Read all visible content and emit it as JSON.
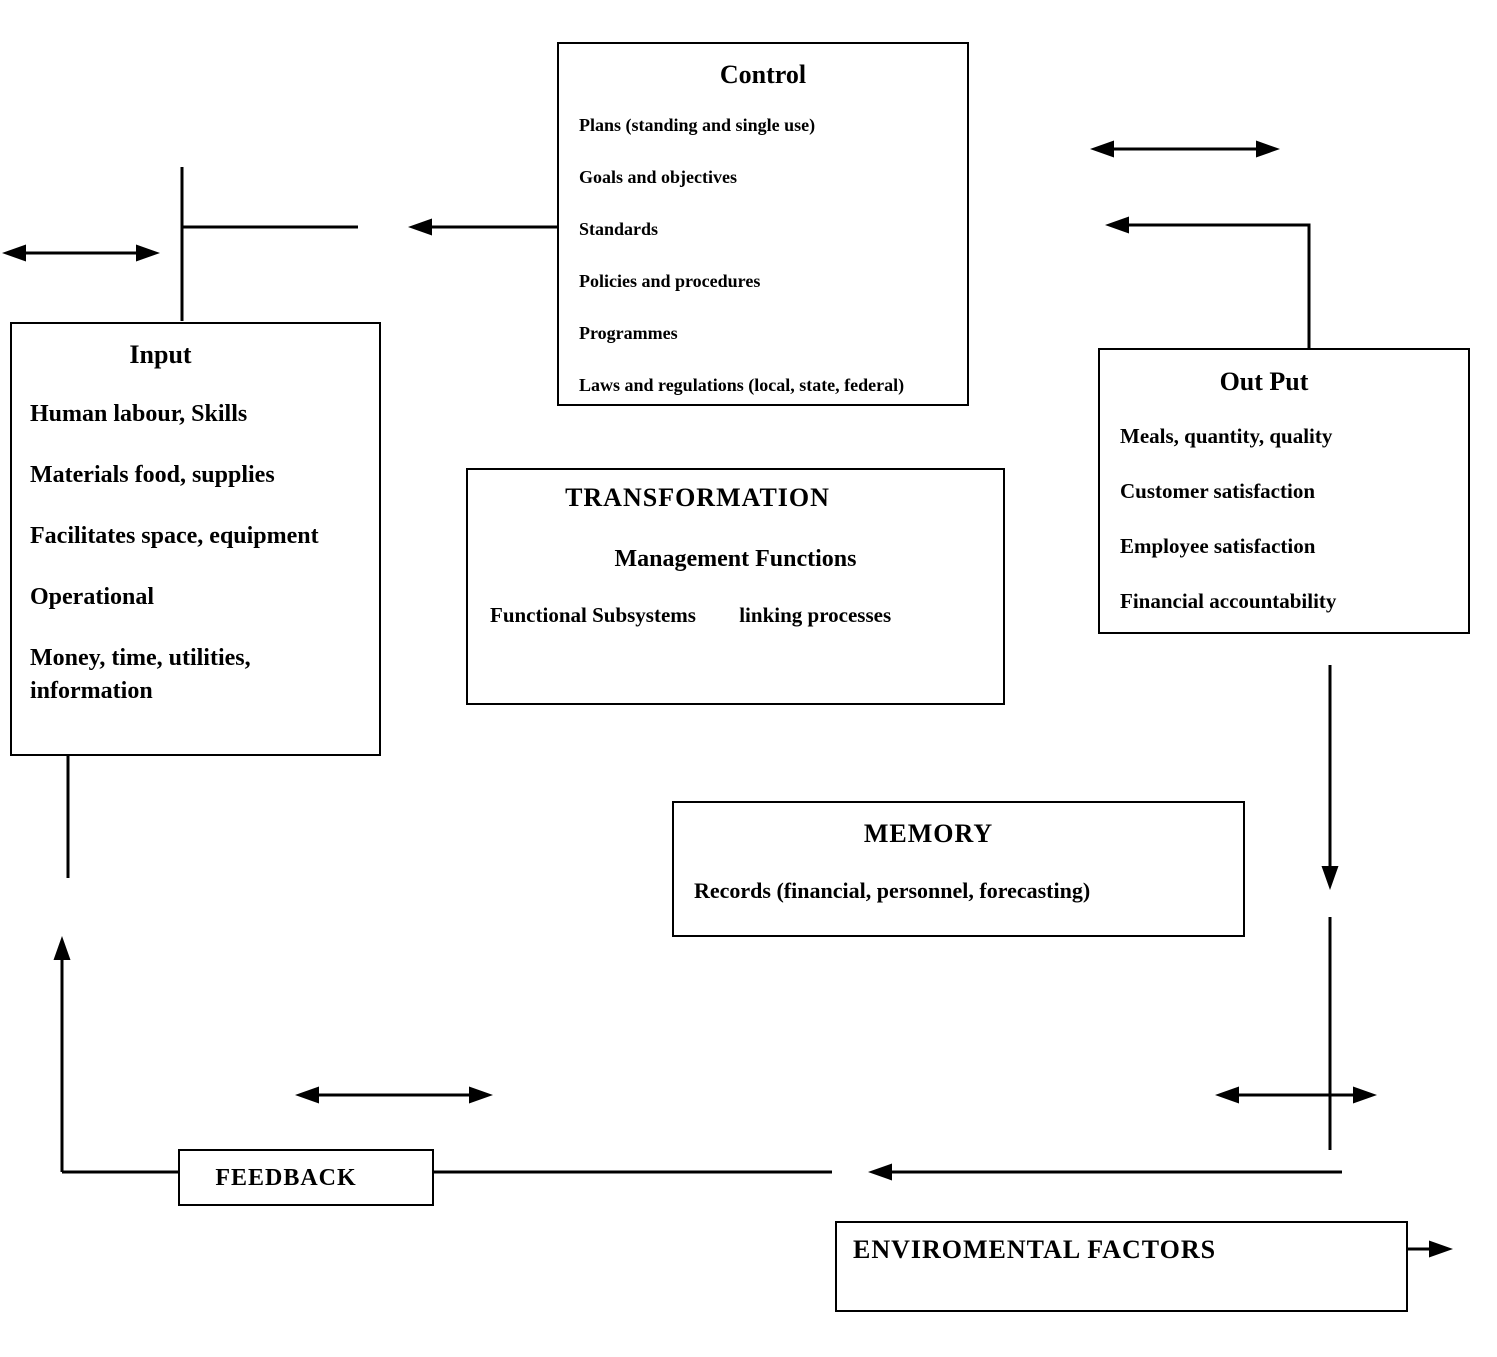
{
  "control": {
    "title": "Control",
    "items": [
      "Plans (standing and single use)",
      "Goals and objectives",
      "Standards",
      "Policies and procedures",
      "Programmes",
      "Laws and regulations (local, state, federal)"
    ]
  },
  "input": {
    "title": "Input",
    "items": [
      "Human labour, Skills",
      "Materials food, supplies",
      "Facilitates space, equipment",
      "Operational",
      "Money, time, utilities, information"
    ]
  },
  "transformation": {
    "title": "TRANSFORMATION",
    "subtitle": "Management Functions",
    "functional_label": "Functional Subsystems",
    "linking_label": "linking processes"
  },
  "output": {
    "title": "Out Put",
    "items": [
      "Meals, quantity, quality",
      "Customer satisfaction",
      "Employee satisfaction",
      "Financial accountability"
    ]
  },
  "memory": {
    "title": "MEMORY",
    "line": "Records (financial, personnel, forecasting)"
  },
  "feedback": {
    "title": "FEEDBACK"
  },
  "environment": {
    "title": "ENVIROMENTAL FACTORS"
  },
  "colors": {
    "line": "#000000",
    "box_border": "#000000",
    "background": "#ffffff",
    "text": "#000000"
  }
}
